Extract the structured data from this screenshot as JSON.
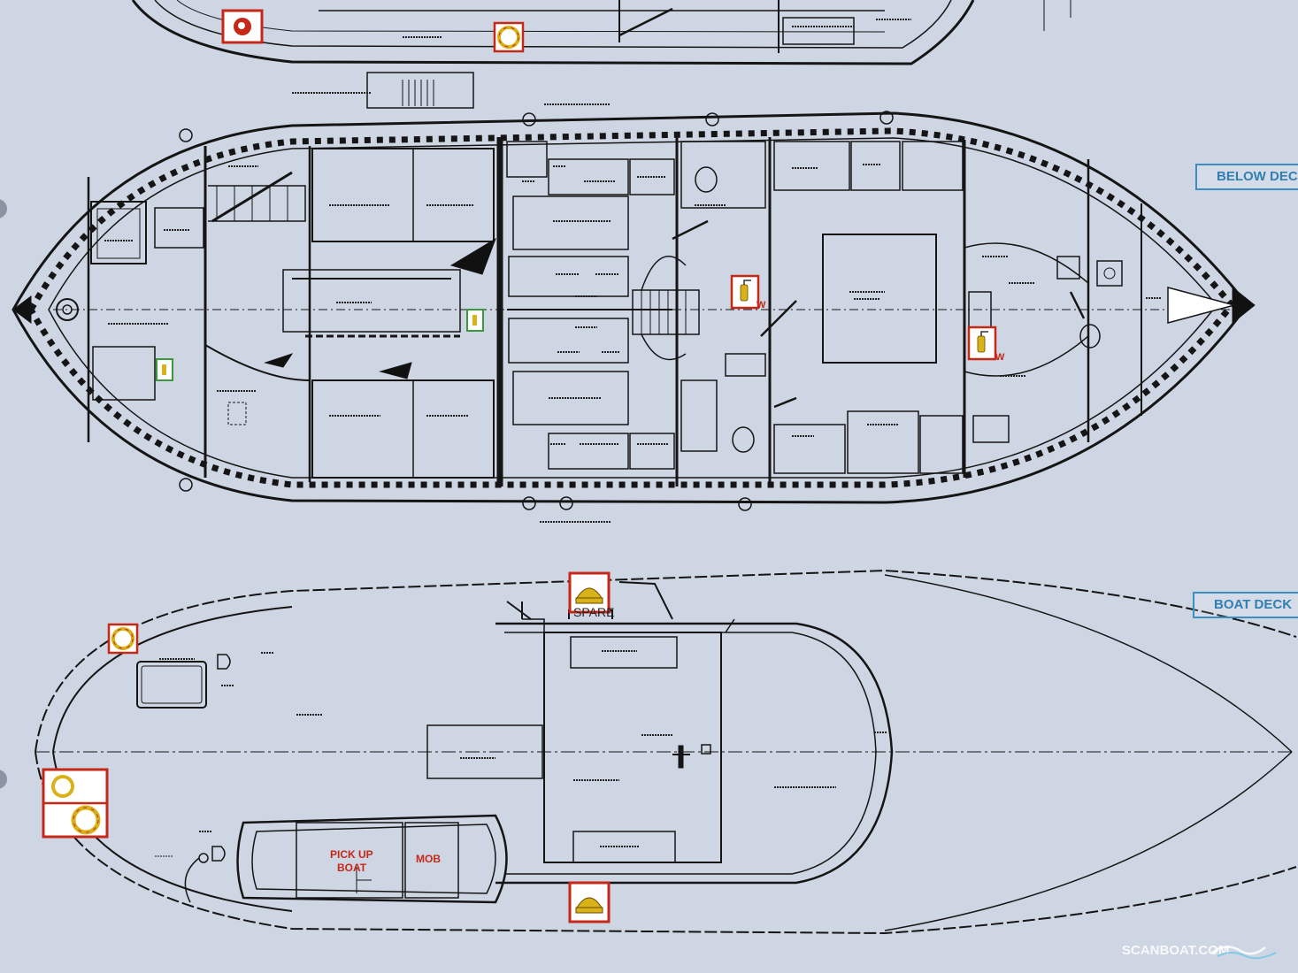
{
  "sections": {
    "below_deck": "BELOW DECK",
    "boat_deck": "BOAT DECK"
  },
  "labels": {
    "spare": "SPARE",
    "pick_up_boat_line1": "PICK UP",
    "pick_up_boat_line2": "BOAT",
    "mob": "MOB",
    "w1": "W",
    "w2": "W"
  },
  "watermark": "SCANBOAT.COM",
  "colors": {
    "background": "#cfd6e3",
    "ink": "#151515",
    "safety_red": "#c62818",
    "safety_yellow": "#d9b21a",
    "extinguisher_green": "#3a9a3a",
    "tag_blue": "#2f7fb3"
  },
  "icons": [
    "lifebuoy-icon",
    "liferaft-icon",
    "fire-extinguisher-icon",
    "fire-hose-icon"
  ]
}
